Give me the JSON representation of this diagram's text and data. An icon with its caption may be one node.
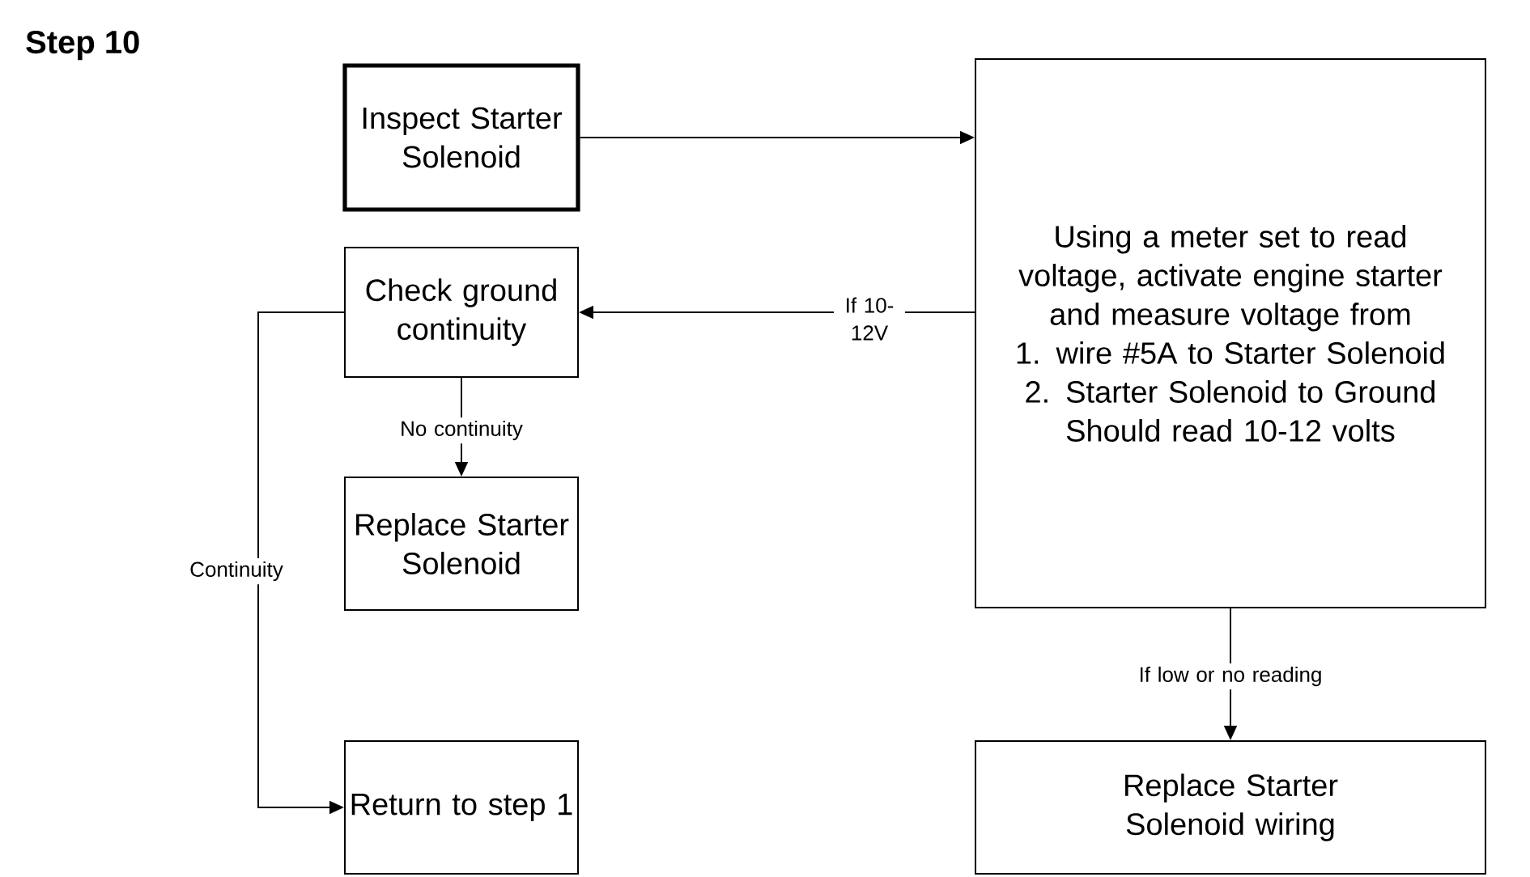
{
  "diagram": {
    "title": "Step 10",
    "nodes": [
      {
        "text": [
          "Inspect Starter Solenoid"
        ]
      },
      {
        "text": [
          "Using a meter set to read voltage, activate engine starter and measure voltage from",
          "1. wire #5A to Starter Solenoid",
          "2. Starter Solenoid to Ground",
          "Should read 10-12 volts"
        ]
      },
      {
        "text": [
          "Check ground continuity"
        ]
      },
      {
        "text": [
          "Replace Starter Solenoid"
        ]
      },
      {
        "text": [
          "Return to step 1"
        ]
      },
      {
        "text": [
          "Replace Starter Solenoid wiring"
        ]
      }
    ],
    "edges": [
      {
        "from": 0,
        "to": 1,
        "arrow": "to"
      },
      {
        "from": 1,
        "to": 2,
        "arrow": "to",
        "label": "If 10-12V"
      },
      {
        "from": 2,
        "to": 3,
        "arrow": "to",
        "label": "No continuity"
      },
      {
        "from": 2,
        "to": 4,
        "arrow": "to",
        "label": "Continuity"
      },
      {
        "from": 1,
        "to": 5,
        "arrow": "to",
        "label": "If low or no reading"
      }
    ]
  }
}
